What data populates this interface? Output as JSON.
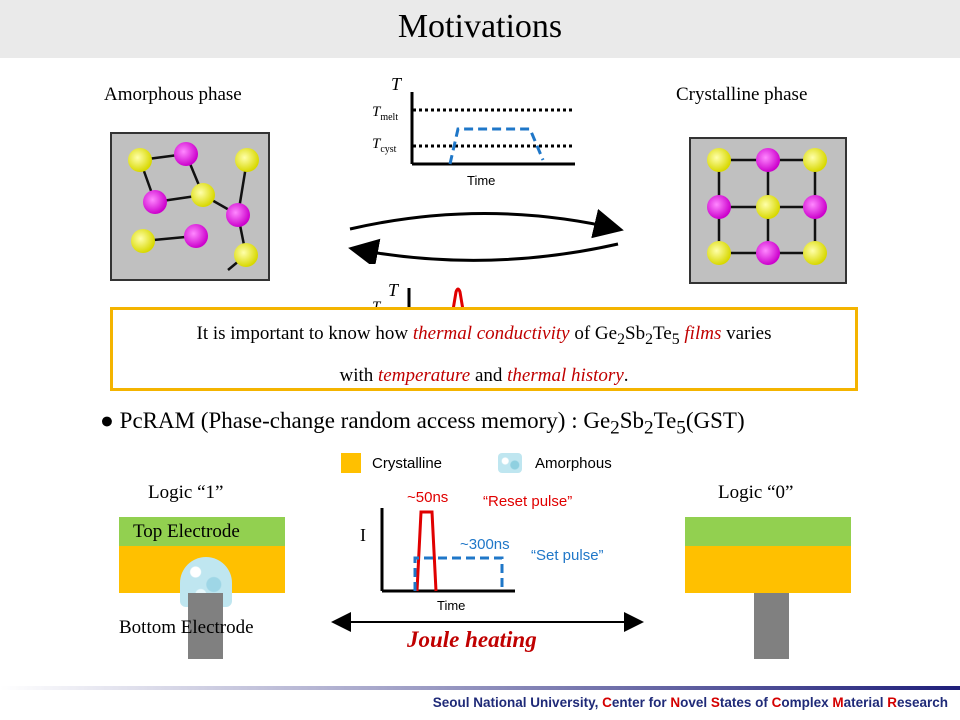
{
  "title": "Motivations",
  "amorphous_label": "Amorphous phase",
  "crystalline_label": "Crystalline phase",
  "top_graph": {
    "y_label": "T",
    "t_melt": "T",
    "t_melt_sub": "melt",
    "t_cyst": "T",
    "t_cyst_sub": "cyst",
    "x_label": "Time"
  },
  "bottom_graph": {
    "y_label": "T",
    "t_partial": "T"
  },
  "callout": {
    "p1": "It is important to know how ",
    "em1": "thermal conductivity",
    "p2": " of Ge",
    "s1": "2",
    "p3": "Sb",
    "s2": "2",
    "p4": "Te",
    "s3": "5",
    "em2": " films",
    "p5": " varies",
    "p6": "with ",
    "em3": "temperature",
    "p7": " and ",
    "em4": "thermal history",
    "p8": "."
  },
  "bullet": {
    "symbol": "●",
    "t1": "PcRAM (Phase-change random access memory) : Ge",
    "s1": "2",
    "t2": "Sb",
    "s2": "2",
    "t3": "Te",
    "s3": "5",
    "t4": "(GST)"
  },
  "legend": {
    "crystalline": "Crystalline",
    "amorphous": "Amorphous"
  },
  "logic1": "Logic “1”",
  "logic0": "Logic “0”",
  "top_electrode": "Top Electrode",
  "bottom_electrode": "Bottom Electrode",
  "pulse": {
    "y_label": "I",
    "x_label": "Time",
    "reset_time": "~50ns",
    "reset_label": "“Reset pulse”",
    "set_time": "~300ns",
    "set_label": "“Set pulse”"
  },
  "joule": "Joule heating",
  "footer": {
    "a": "Seoul National University, ",
    "b": "C",
    "c": "enter for ",
    "d": "N",
    "e": "ovel ",
    "f": "S",
    "g": "tates of ",
    "h": "C",
    "i": "omplex ",
    "j": "M",
    "k": "aterial ",
    "l": "R",
    "m": "esearch"
  },
  "colors": {
    "crystalline": "#ffc000",
    "electrode_top": "#92d050",
    "electrode_bottom": "#808080",
    "reset_red": "#e00000",
    "set_blue": "#1f77c8",
    "atom_yellow": "#ffff00",
    "atom_magenta": "#ff00ff",
    "callout_border": "#f4b400"
  }
}
